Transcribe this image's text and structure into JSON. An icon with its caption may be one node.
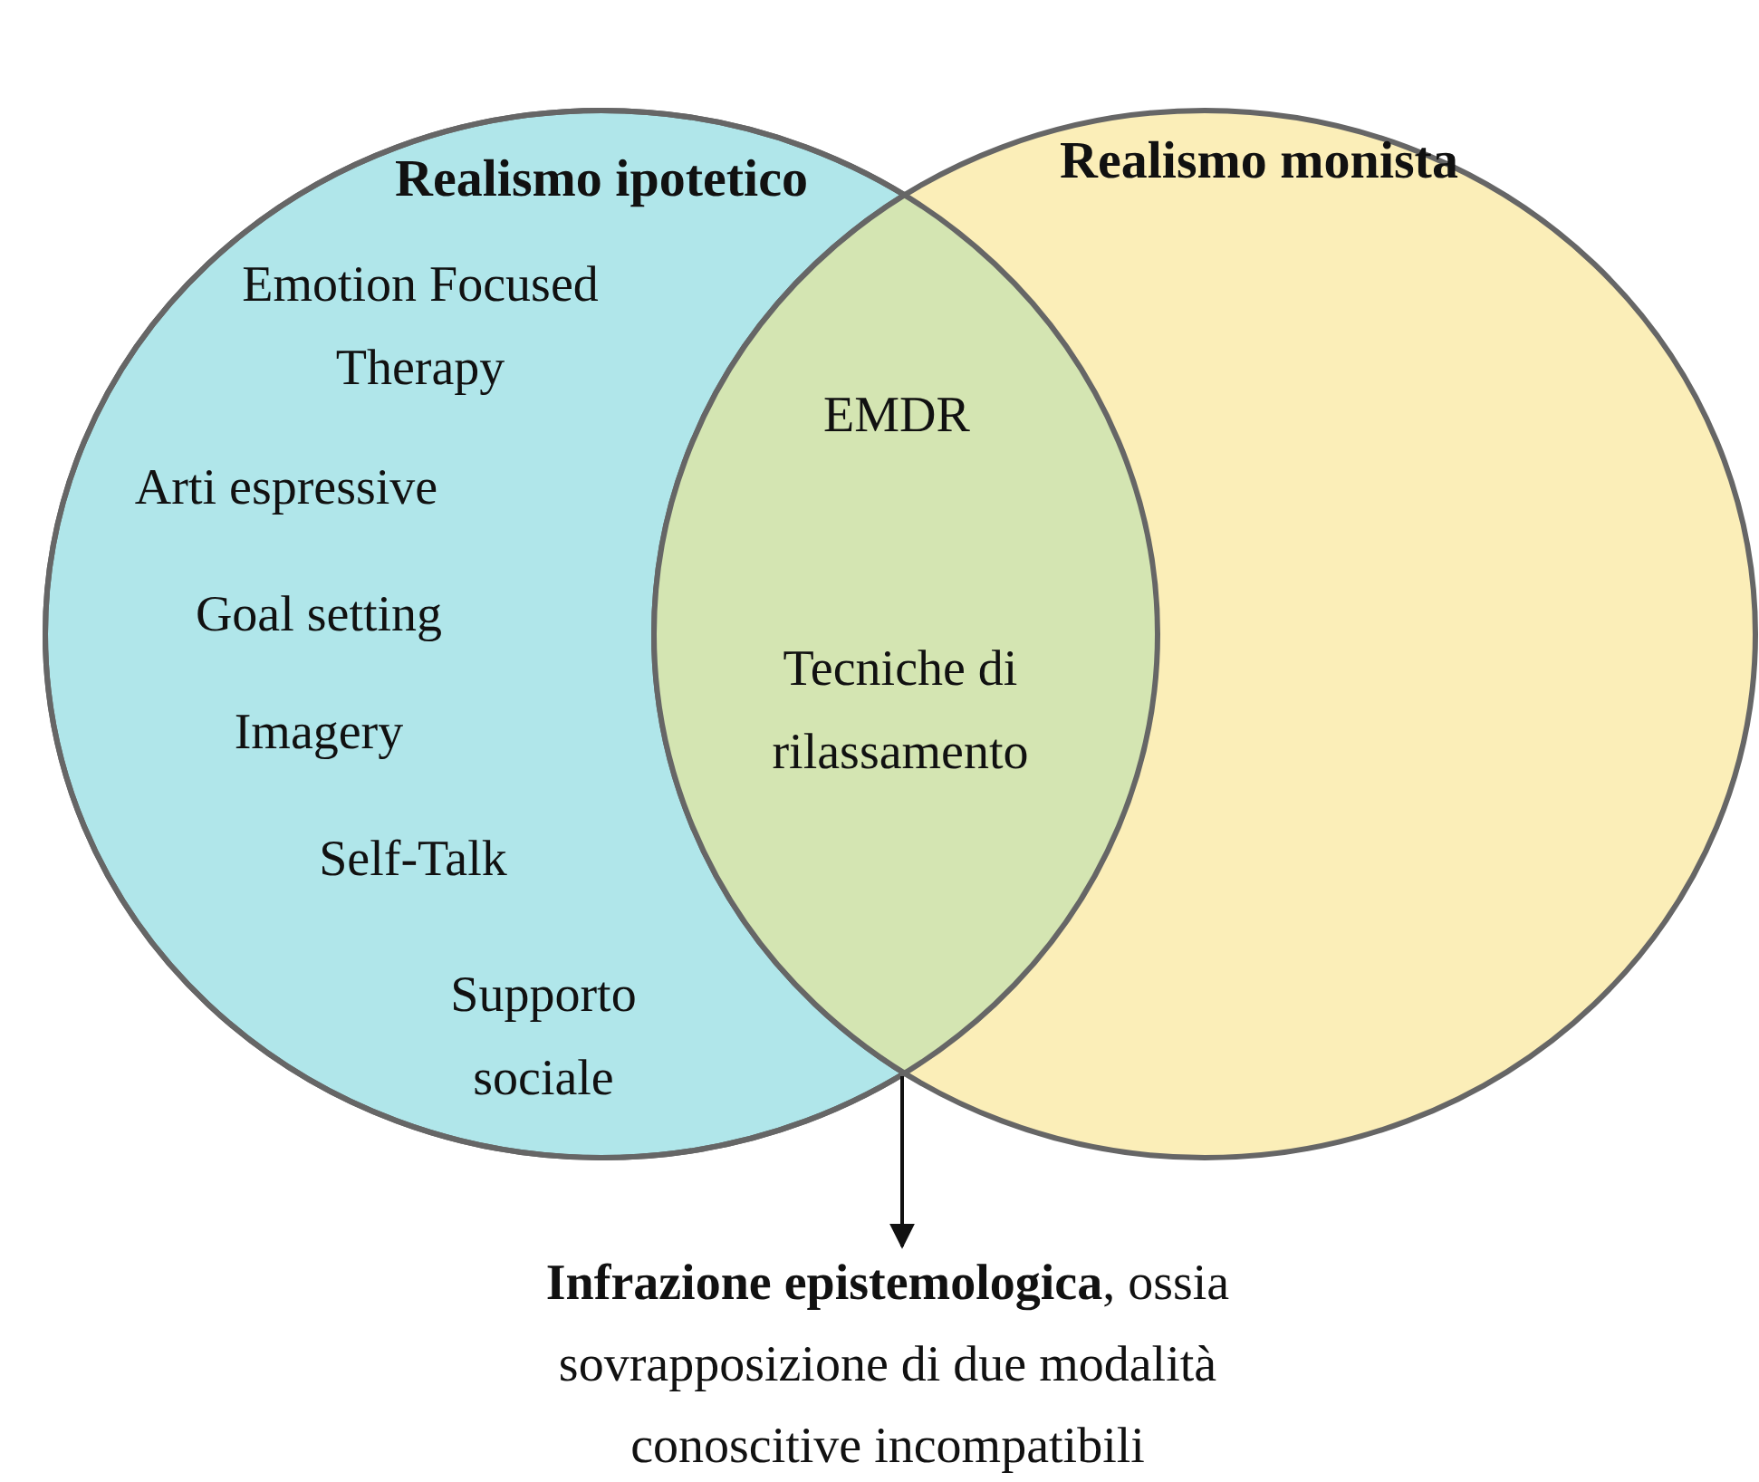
{
  "diagram": {
    "nodes": [
      {
        "text": [
          "Realismo ipotetico"
        ]
      },
      {
        "text": [
          "Realismo monista"
        ]
      },
      {
        "text": [],
        "shape": "lens"
      },
      {
        "text": [
          "**Infrazione epistemologica**, ossia sovrapposizione di due modalità conoscitive incompatibili"
        ]
      }
    ],
    "edges": [
      {
        "from": 2,
        "to": 3,
        "arrow": "to"
      }
    ],
    "labels": [
      "Emotion Focused Therapy",
      "Arti espressive",
      "Goal setting",
      "Imagery",
      "Self-Talk",
      "Supporto sociale",
      "EMDR",
      "Tecniche di rilassamento"
    ]
  }
}
